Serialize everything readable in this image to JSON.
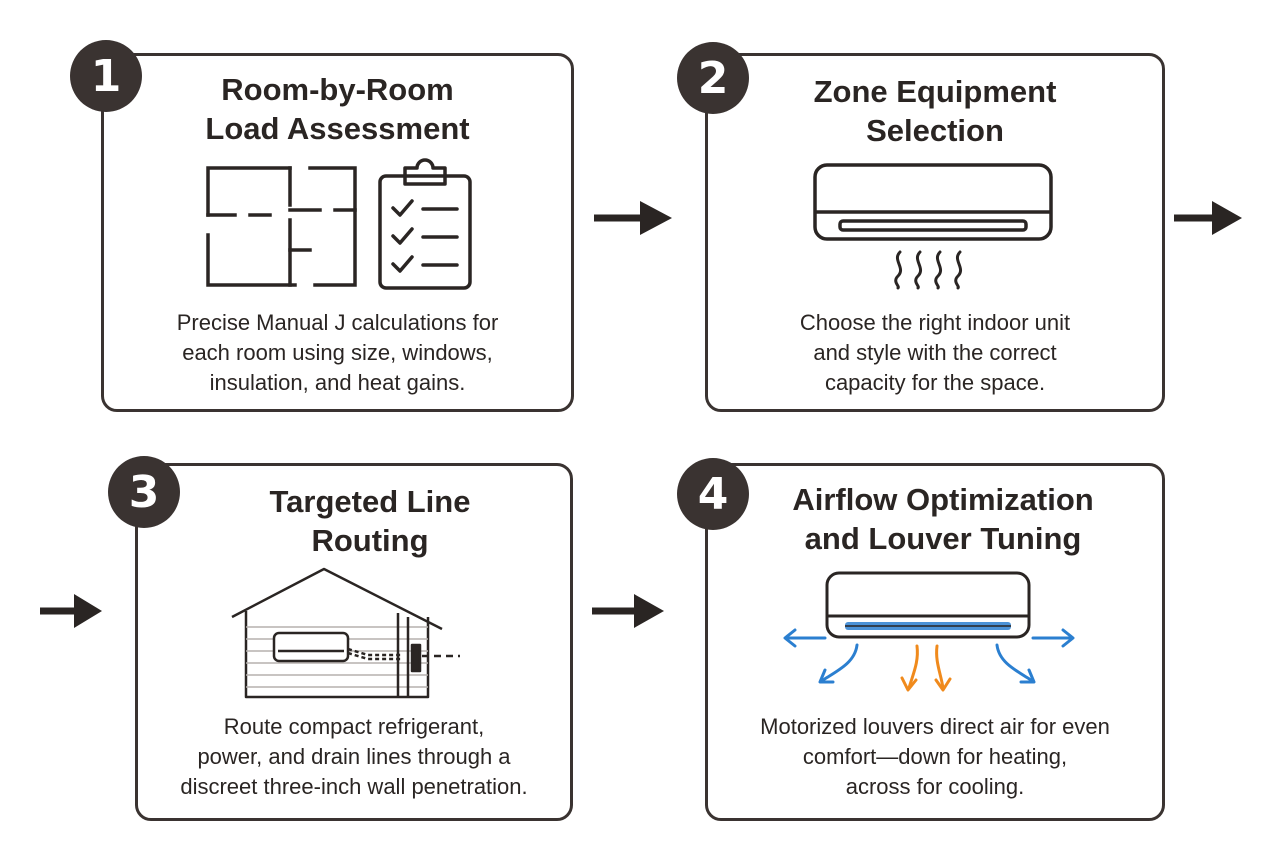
{
  "steps": [
    {
      "number": "1",
      "title_lines": [
        "Room-by-Room",
        "Load Assessment"
      ],
      "desc_lines": [
        "Precise Manual J calculations for",
        "each room using size, windows,",
        "insulation, and heat gains."
      ],
      "icons": [
        "floor-plan-icon",
        "clipboard-checklist-icon"
      ]
    },
    {
      "number": "2",
      "title_lines": [
        "Zone Equipment",
        "Selection"
      ],
      "desc_lines": [
        "Choose the right indoor unit",
        "and style with the correct",
        "capacity for the space."
      ],
      "icons": [
        "indoor-unit-icon",
        "airflow-waves-icon"
      ]
    },
    {
      "number": "3",
      "title_lines": [
        "Targeted Line",
        "Routing"
      ],
      "desc_lines": [
        "Route compact refrigerant,",
        "power, and drain lines through a",
        "discreet three-inch wall penetration."
      ],
      "icons": [
        "house-line-routing-icon"
      ]
    },
    {
      "number": "4",
      "title_lines": [
        "Airflow Optimization",
        "and Louver Tuning"
      ],
      "desc_lines": [
        "Motorized louvers direct air for even",
        "comfort—down for heating,",
        "across for cooling."
      ],
      "icons": [
        "louver-airflow-icon"
      ]
    }
  ],
  "colors": {
    "outline": "#3a3331",
    "cooling_arrow": "#2b7fd0",
    "heating_arrow": "#f08a1c",
    "background": "#ffffff"
  }
}
